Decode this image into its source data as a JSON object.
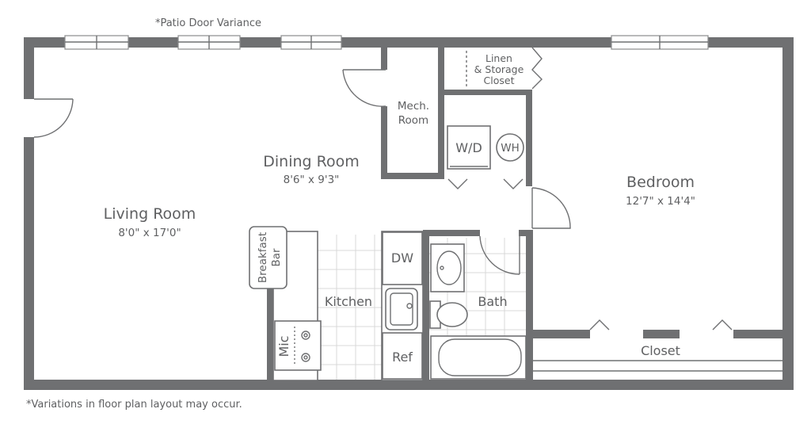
{
  "header_note": "*Patio Door Variance",
  "footer_note": "*Variations in floor plan layout may occur.",
  "rooms": {
    "living": {
      "name": "Living Room",
      "dims": "8'0\" x 17'0\""
    },
    "dining": {
      "name": "Dining Room",
      "dims": "8'6\" x 9'3\""
    },
    "bedroom": {
      "name": "Bedroom",
      "dims": "12'7\" x 14'4\""
    },
    "kitchen": {
      "name": "Kitchen"
    },
    "bath": {
      "name": "Bath"
    },
    "closet": {
      "name": "Closet"
    },
    "mech": {
      "line1": "Mech.",
      "line2": "Room"
    },
    "linen": {
      "line1": "Linen",
      "line2": "& Storage",
      "line3": "Closet"
    }
  },
  "fixtures": {
    "washer_dryer": "W/D",
    "water_heater": "WH",
    "dishwasher": "DW",
    "refrigerator": "Ref",
    "microwave": "Mic",
    "breakfast_bar_line1": "Breakfast",
    "breakfast_bar_line2": "Bar"
  },
  "colors": {
    "wall": "#6f7072",
    "text": "#5f6062",
    "tile": "#d9d9d9"
  }
}
